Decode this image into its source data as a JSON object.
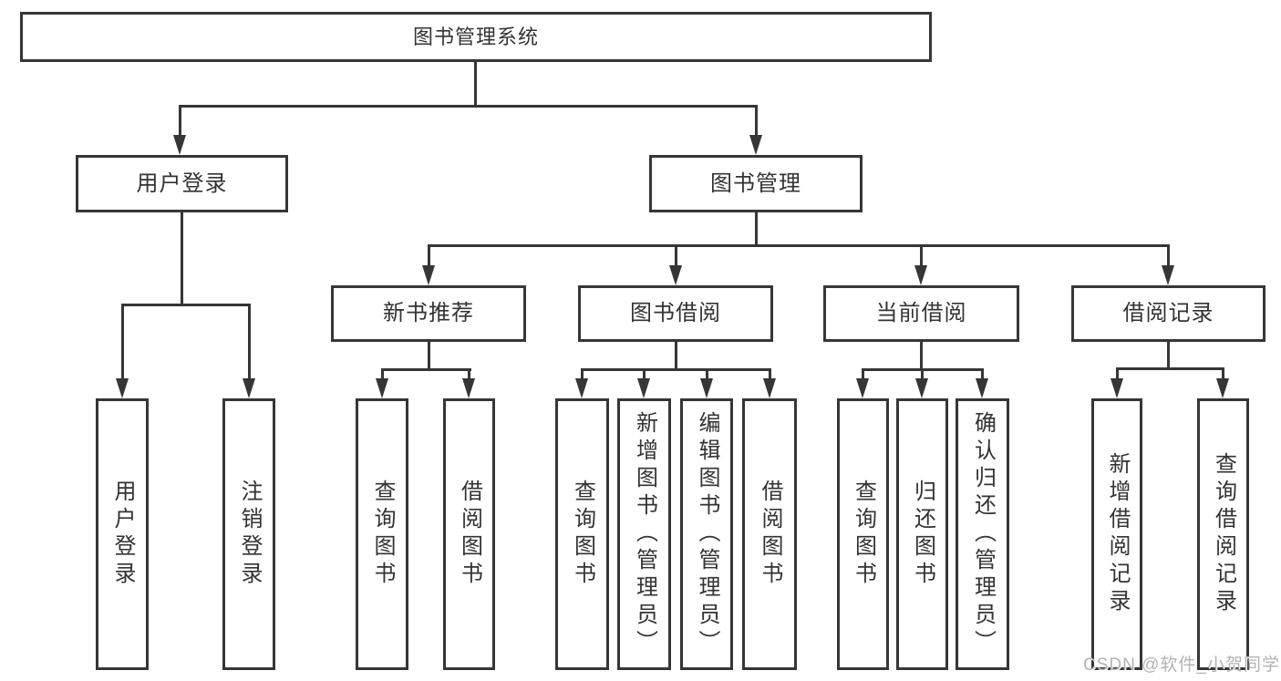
{
  "nodes": {
    "root": {
      "label": "图书管理系统"
    },
    "level2": [
      {
        "label": "用户登录"
      },
      {
        "label": "图书管理"
      }
    ],
    "level3": [
      {
        "label": "新书推荐",
        "parent": "图书管理"
      },
      {
        "label": "图书借阅",
        "parent": "图书管理"
      },
      {
        "label": "当前借阅",
        "parent": "图书管理"
      },
      {
        "label": "借阅记录",
        "parent": "图书管理"
      }
    ],
    "leaves": [
      {
        "label": "用户登录",
        "parent": "用户登录"
      },
      {
        "label": "注销登录",
        "parent": "用户登录"
      },
      {
        "label": "查询图书",
        "parent": "新书推荐"
      },
      {
        "label": "借阅图书",
        "parent": "新书推荐"
      },
      {
        "label": "查询图书",
        "parent": "图书借阅"
      },
      {
        "label": "新增图书（管理员）",
        "parent": "图书借阅"
      },
      {
        "label": "编辑图书（管理员）",
        "parent": "图书借阅"
      },
      {
        "label": "借阅图书",
        "parent": "图书借阅"
      },
      {
        "label": "查询图书",
        "parent": "当前借阅"
      },
      {
        "label": "归还图书",
        "parent": "当前借阅"
      },
      {
        "label": "确认归还（管理员）",
        "parent": "当前借阅"
      },
      {
        "label": "新增借阅记录",
        "parent": "借阅记录"
      },
      {
        "label": "查询借阅记录",
        "parent": "借阅记录"
      }
    ]
  },
  "watermark": {
    "text": "CSDN @软件_小贺同学"
  },
  "colors": {
    "line": "#363636",
    "box_border": "#363636",
    "text": "#333333",
    "background": "#ffffff",
    "watermark": "#b3b3b3"
  }
}
